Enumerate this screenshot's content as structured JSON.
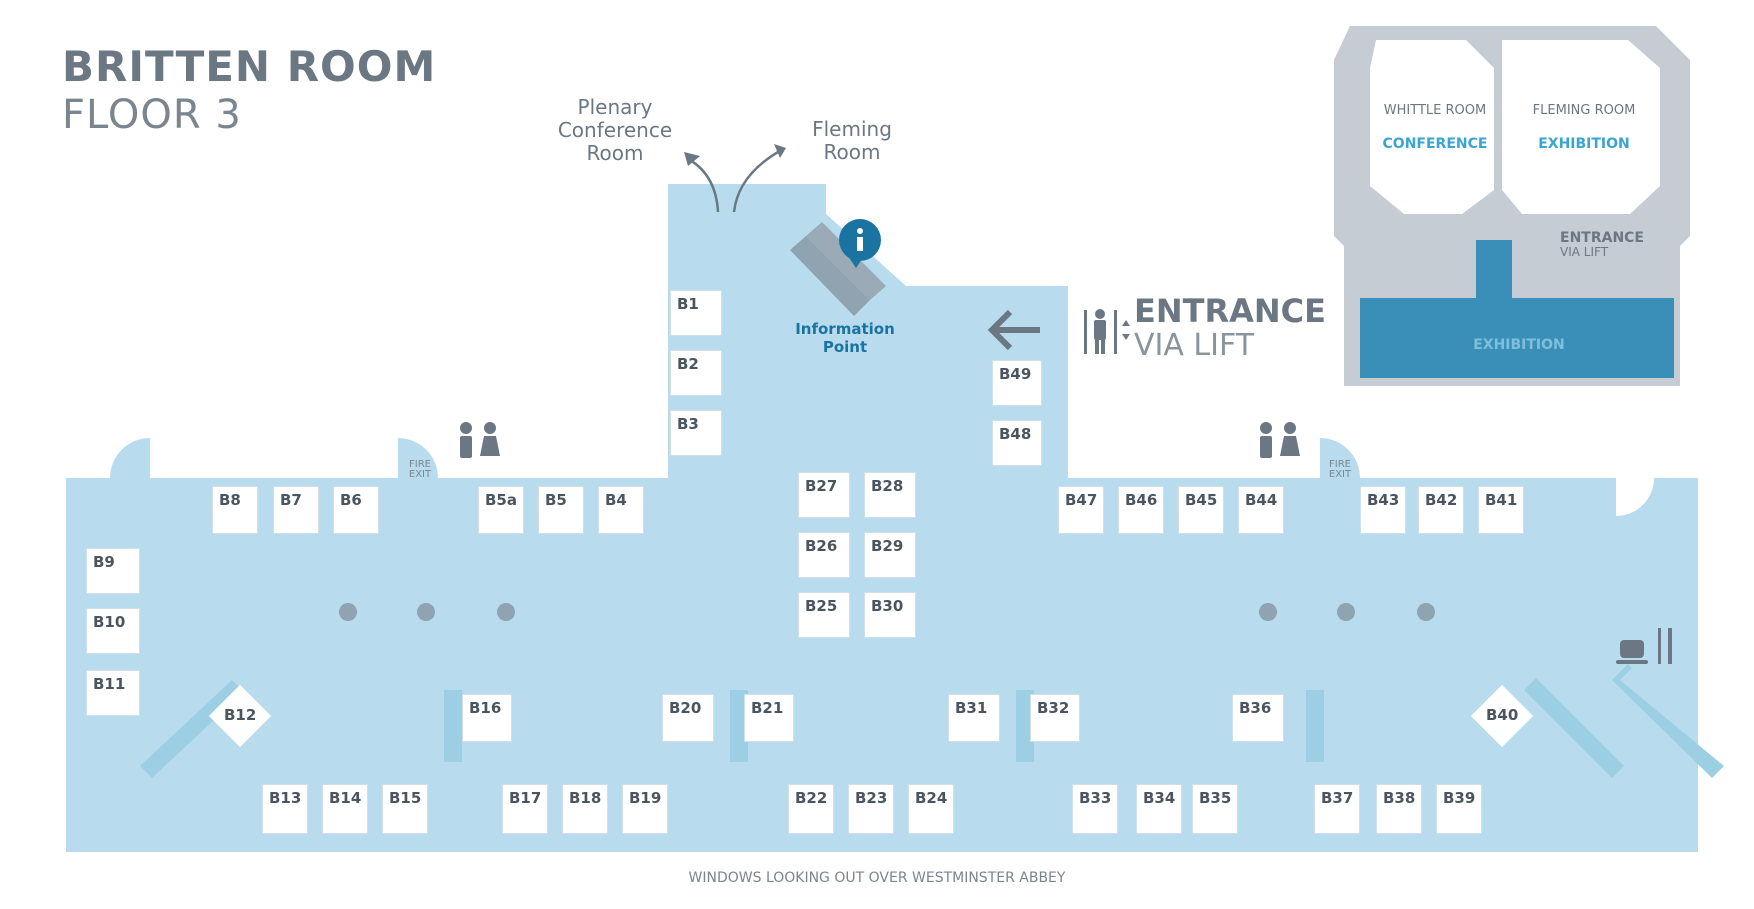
{
  "title": "BRITTEN ROOM",
  "subtitle": "FLOOR 3",
  "rooms": {
    "plenary": "Plenary\nConference\nRoom",
    "fleming": "Fleming\nRoom"
  },
  "information_point": "Information Point",
  "entrance": {
    "title": "ENTRANCE",
    "subtitle": "VIA LIFT"
  },
  "fire_exit": "FIRE EXIT",
  "windows_label": "WINDOWS LOOKING OUT OVER WESTMINSTER ABBEY",
  "inset": {
    "whittle_room": "WHITTLE ROOM",
    "whittle_accent": "CONFERENCE",
    "fleming_room": "FLEMING ROOM",
    "fleming_accent": "EXHIBITION",
    "entrance": "ENTRANCE",
    "entrance_sub": "VIA LIFT",
    "exhibition": "EXHIBITION"
  },
  "colors": {
    "floor": "#b8dced",
    "booth": "#ffffff",
    "text": "#6b7783",
    "accent": "#1a73a0",
    "inset_grey": "#c6ccd3",
    "inset_blue": "#3a8fb8"
  },
  "icons": [
    "info-icon",
    "toilet-icon",
    "lift-icon",
    "arrow-left-icon",
    "cafe-icon",
    "accessible-icon"
  ],
  "booths": [
    {
      "id": "B1"
    },
    {
      "id": "B2"
    },
    {
      "id": "B3"
    },
    {
      "id": "B4"
    },
    {
      "id": "B5"
    },
    {
      "id": "B5a"
    },
    {
      "id": "B6"
    },
    {
      "id": "B7"
    },
    {
      "id": "B8"
    },
    {
      "id": "B9"
    },
    {
      "id": "B10"
    },
    {
      "id": "B11"
    },
    {
      "id": "B12"
    },
    {
      "id": "B13"
    },
    {
      "id": "B14"
    },
    {
      "id": "B15"
    },
    {
      "id": "B16"
    },
    {
      "id": "B17"
    },
    {
      "id": "B18"
    },
    {
      "id": "B19"
    },
    {
      "id": "B20"
    },
    {
      "id": "B21"
    },
    {
      "id": "B22"
    },
    {
      "id": "B23"
    },
    {
      "id": "B24"
    },
    {
      "id": "B25"
    },
    {
      "id": "B26"
    },
    {
      "id": "B27"
    },
    {
      "id": "B28"
    },
    {
      "id": "B29"
    },
    {
      "id": "B30"
    },
    {
      "id": "B31"
    },
    {
      "id": "B32"
    },
    {
      "id": "B33"
    },
    {
      "id": "B34"
    },
    {
      "id": "B35"
    },
    {
      "id": "B36"
    },
    {
      "id": "B37"
    },
    {
      "id": "B38"
    },
    {
      "id": "B39"
    },
    {
      "id": "B40"
    },
    {
      "id": "B41"
    },
    {
      "id": "B42"
    },
    {
      "id": "B43"
    },
    {
      "id": "B44"
    },
    {
      "id": "B45"
    },
    {
      "id": "B46"
    },
    {
      "id": "B47"
    },
    {
      "id": "B48"
    },
    {
      "id": "B49"
    }
  ]
}
